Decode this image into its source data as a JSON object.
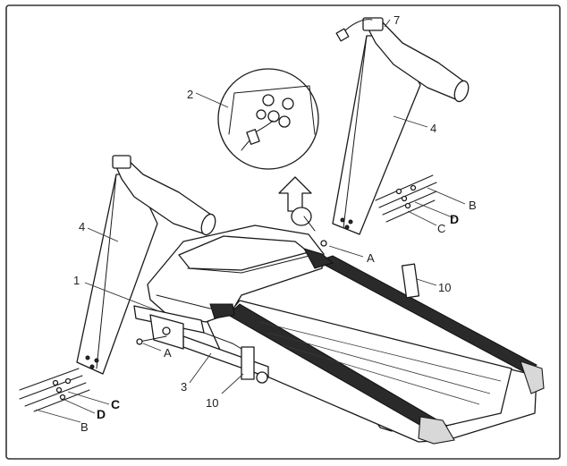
{
  "diagram": {
    "callouts": {
      "one": "1",
      "two": "2",
      "three": "3",
      "four_left": "4",
      "four_right": "4",
      "seven": "7",
      "ten_right": "10",
      "ten_bottom": "10",
      "a_right": "A",
      "a_left": "A",
      "b_right": "B",
      "b_left": "B",
      "c_right": "C",
      "c_left": "C",
      "d_right": "D",
      "d_left": "D"
    }
  }
}
